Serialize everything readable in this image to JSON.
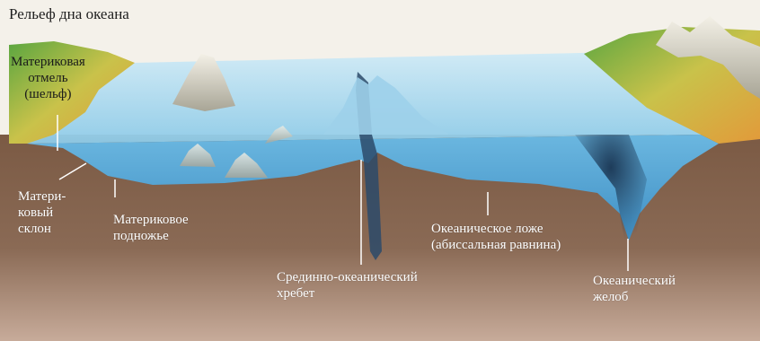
{
  "title": "Рельеф дна океана",
  "labels": {
    "shelf": [
      "Материковая",
      "отмель",
      "(шельф)"
    ],
    "slope": [
      "Матери-",
      "ковый",
      "склон"
    ],
    "foot": [
      "Материковое",
      "подножье"
    ],
    "ridge": [
      "Срединно-океанический",
      "хребет"
    ],
    "floor": [
      "Океаническое ложе",
      "(абиссальная равнина)"
    ],
    "trench": [
      "Океанический",
      "желоб"
    ]
  }
}
